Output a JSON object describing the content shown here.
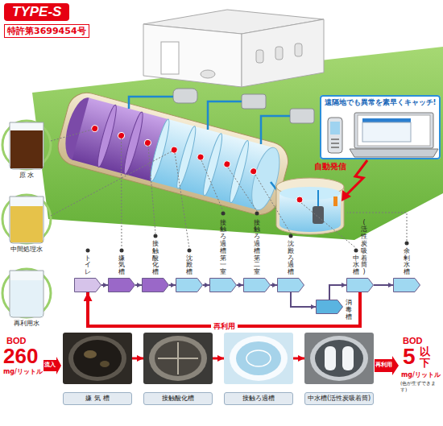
{
  "diagram": {
    "title": "TYPE-S",
    "nodes": [
      {
        "text": [
          "遠隔地でも異常を素早くキャッチ!"
        ]
      },
      {
        "text": [
          "トイレ"
        ]
      },
      {
        "text": [
          "嫌気槽"
        ]
      },
      {
        "text": [
          "接触酸化槽"
        ]
      },
      {
        "text": [
          "沈殿槽"
        ]
      },
      {
        "text": [
          "接触ろ過槽第一室"
        ]
      },
      {
        "text": [
          "接触ろ過槽第二室"
        ]
      },
      {
        "text": [
          "沈殿ろ過槽"
        ]
      },
      {
        "text": [
          "消毒槽"
        ]
      },
      {
        "text": [
          "中水槽",
          "(活性炭吸着筒)"
        ]
      },
      {
        "text": [
          "余剰水槽"
        ]
      },
      {
        "text": [
          "嫌 気 槽"
        ]
      },
      {
        "text": [
          "接触酸化槽"
        ]
      },
      {
        "text": [
          "接触ろ過槽"
        ]
      },
      {
        "text": [
          "中水槽(活性炭吸着筒)"
        ]
      }
    ],
    "edges": [
      {
        "from": 1,
        "to": 2,
        "arrow": "to"
      },
      {
        "from": 2,
        "to": 3,
        "arrow": "to"
      },
      {
        "from": 3,
        "to": 4,
        "arrow": "to"
      },
      {
        "from": 4,
        "to": 5,
        "arrow": "to"
      },
      {
        "from": 5,
        "to": 6,
        "arrow": "to"
      },
      {
        "from": 6,
        "to": 7,
        "arrow": "to"
      },
      {
        "from": 7,
        "to": 8,
        "arrow": "to"
      },
      {
        "from": 8,
        "to": 9,
        "arrow": "to"
      },
      {
        "from": 9,
        "to": 10,
        "arrow": "to"
      },
      {
        "from": 9,
        "to": 1,
        "label": "再利用",
        "arrow": "to"
      },
      {
        "from": 11,
        "to": 12,
        "arrow": "to"
      },
      {
        "from": 12,
        "to": 13,
        "arrow": "to"
      },
      {
        "from": 13,
        "to": 14,
        "arrow": "to"
      }
    ],
    "labels": [
      "特許第3699454号",
      "自動発信",
      "原 水",
      "中間処理水",
      "再利用水",
      "BOD",
      "260",
      "mg/リットル",
      "流入",
      "再利用",
      "BOD",
      "5",
      "以下",
      "mg/リットル",
      "(色が生ずできます)"
    ]
  }
}
